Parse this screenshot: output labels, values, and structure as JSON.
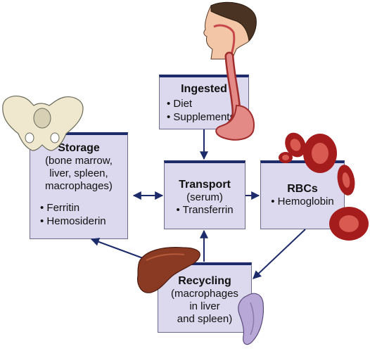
{
  "ingested": {
    "title": "Ingested",
    "items": [
      "• Diet",
      "• Supplements"
    ]
  },
  "storage": {
    "title": "Storage",
    "subtitle_lines": [
      "(bone marrow,",
      "liver, spleen,",
      "macrophages)"
    ],
    "items": [
      "• Ferritin",
      "• Hemosiderin"
    ]
  },
  "transport": {
    "title": "Transport",
    "subtitle": "(serum)",
    "items": [
      "• Transferrin"
    ]
  },
  "rbcs": {
    "title": "RBCs",
    "items": [
      "• Hemoglobin"
    ]
  },
  "recycling": {
    "title": "Recycling",
    "subtitle_lines": [
      "(macrophages",
      "in liver",
      "and spleen)"
    ]
  },
  "colors": {
    "box_fill": "#dcd8ee",
    "box_header": "#1d2b6b",
    "arrow": "#1d2b6b"
  },
  "icons": [
    "human-head-icon",
    "pelvis-bone-icon",
    "red-blood-cells-icon",
    "liver-icon",
    "spleen-icon"
  ]
}
